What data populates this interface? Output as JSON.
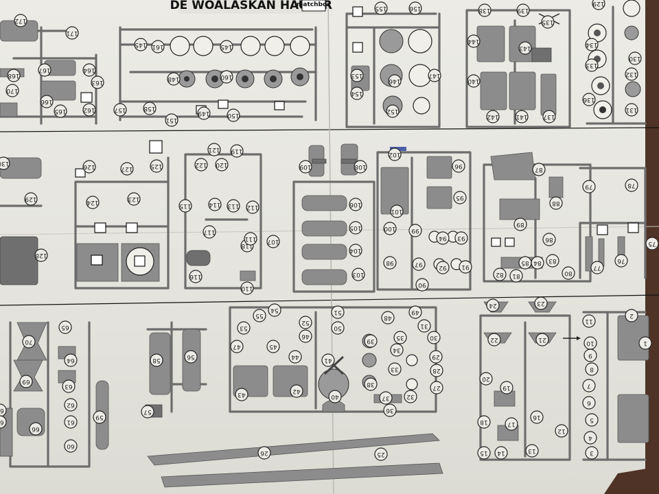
{
  "title_strip": {
    "title": "ALASKAN HAULER",
    "title_fragment": "DE WO",
    "logo": "matchbox"
  },
  "part_numbers": {
    "top_row": [
      "172",
      "171",
      "168",
      "167",
      "164",
      "163",
      "170",
      "166",
      "165",
      "162",
      "161",
      "160",
      "145",
      "145",
      "148",
      "149",
      "150",
      "151",
      "158",
      "157",
      "156",
      "155",
      "154",
      "153",
      "152",
      "147",
      "146",
      "144",
      "143",
      "142",
      "141",
      "140",
      "139",
      "138",
      "137",
      "136",
      "135",
      "134",
      "133",
      "132",
      "131",
      "130",
      "129"
    ],
    "middle_row": [
      "130",
      "129",
      "128",
      "127",
      "126",
      "125",
      "124",
      "123",
      "122",
      "121",
      "120",
      "119",
      "118",
      "117",
      "116",
      "115",
      "114",
      "113",
      "112",
      "111",
      "110",
      "109",
      "108",
      "107",
      "106",
      "105",
      "104",
      "103",
      "102",
      "101",
      "100",
      "99",
      "98",
      "97",
      "96",
      "95",
      "94",
      "93",
      "92",
      "91",
      "90",
      "89",
      "88",
      "87",
      "86",
      "85",
      "84",
      "83",
      "82",
      "81",
      "80",
      "79",
      "78",
      "77",
      "76",
      "75"
    ],
    "bottom_row": [
      "70",
      "69",
      "68",
      "67",
      "66",
      "65",
      "64",
      "63",
      "62",
      "61",
      "60",
      "59",
      "58",
      "57",
      "56",
      "55",
      "54",
      "53",
      "52",
      "51",
      "50",
      "49",
      "48",
      "47",
      "46",
      "45",
      "44",
      "43",
      "42",
      "41",
      "40",
      "39",
      "38",
      "37",
      "36",
      "35",
      "34",
      "33",
      "32",
      "31",
      "30",
      "29",
      "28",
      "27",
      "26",
      "25",
      "24",
      "23",
      "22",
      "21",
      "20",
      "19",
      "18",
      "17",
      "16",
      "15",
      "14",
      "13",
      "12",
      "11",
      "10",
      "9",
      "8",
      "7",
      "6",
      "5",
      "4",
      "3",
      "2",
      "1"
    ]
  }
}
